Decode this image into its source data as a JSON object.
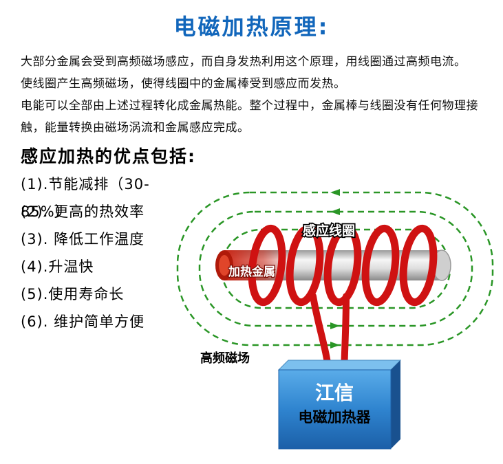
{
  "title": "电磁加热原理:",
  "intro": {
    "line1": "大部分金属会受到高频磁场感应，而自身发热利用这个原理，用线圈通过高频电流。",
    "line2": "使线圈产生高频磁场，使得线圈中的金属棒受到感应而发热。",
    "line3": "电能可以全部由上述过程转化成金属热能。整个过程中，金属棒与线圈没有任何物理接触，能量转换由磁场涡流和金属感应完成。"
  },
  "advantages": {
    "heading": "感应加热的优点包括:",
    "items": [
      "(1).节能减排（30-85%）",
      "(2). 更高的热效率",
      "(3). 降低工作温度",
      "(4).升温快",
      "(5).使用寿命长",
      "(6). 维护简单方便"
    ]
  },
  "diagram": {
    "coil_label": "感应线圈",
    "metal_label": "加热金属",
    "field_label": "高频磁场",
    "device": {
      "brand": "江信",
      "name": "电磁加热器"
    },
    "colors": {
      "title_blue": "#1166bb",
      "field_green": "#2a9626",
      "coil_red": "#cf1212",
      "device_blue": "#2f84cf"
    }
  }
}
